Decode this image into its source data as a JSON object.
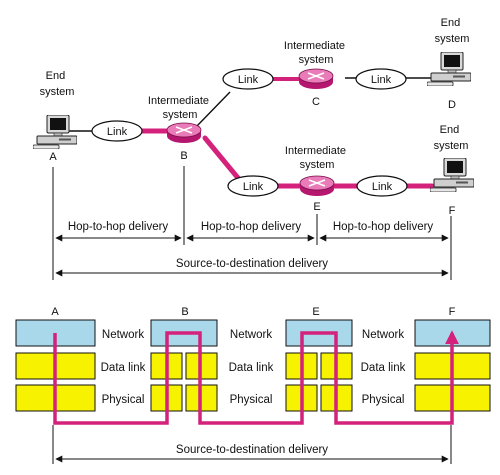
{
  "labels": {
    "end_system": [
      "End",
      "system"
    ],
    "intermediate_system": [
      "Intermediate",
      "system"
    ],
    "link": "Link",
    "hop_to_hop": "Hop-to-hop delivery",
    "source_to_destination": "Source-to-destination delivery"
  },
  "nodes": {
    "A": "A",
    "B": "B",
    "C": "C",
    "D": "D",
    "E": "E",
    "F": "F"
  },
  "layers": {
    "network": "Network",
    "data_link": "Data link",
    "physical": "Physical"
  },
  "stack_columns": [
    "A",
    "B",
    "E",
    "F"
  ],
  "colors": {
    "highlight_path": "#d4217c",
    "plain_link": "#111111",
    "network_layer": "#a9d8ea",
    "data_link_layer": "#f7f200",
    "physical_layer": "#f7f200",
    "router": "#e87bb8",
    "computer_case": "#cfcfcf"
  },
  "icons": [
    "end-system-computer-icon",
    "router-icon",
    "link-ellipse-icon",
    "arrow-icon"
  ]
}
